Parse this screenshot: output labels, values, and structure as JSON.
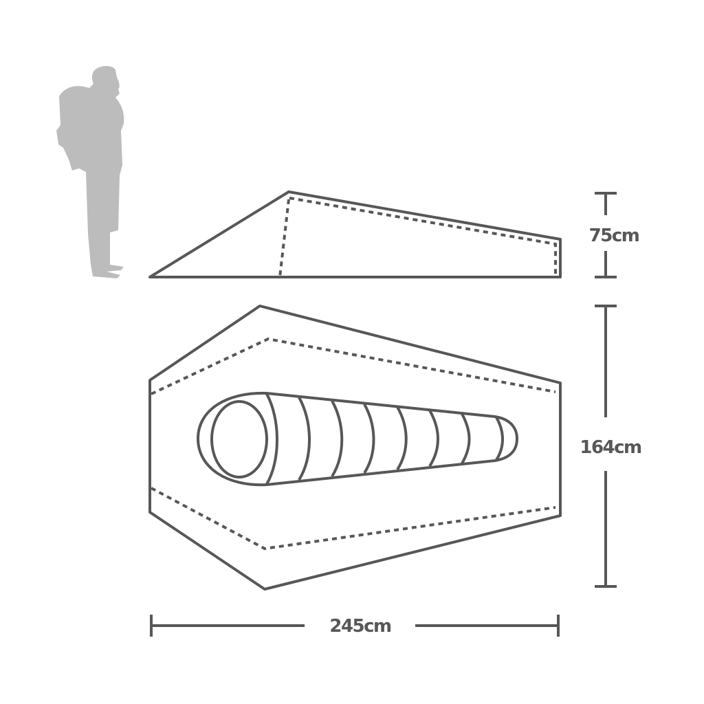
{
  "dimensions": {
    "height": "75cm",
    "width": "164cm",
    "length": "245cm"
  },
  "colors": {
    "outline": "#575757",
    "person_silhouette": "#bcbcbc"
  },
  "icons": {
    "person": "hiker-with-backpack-silhouette",
    "sleeping_bag": "mummy-sleeping-bag"
  }
}
